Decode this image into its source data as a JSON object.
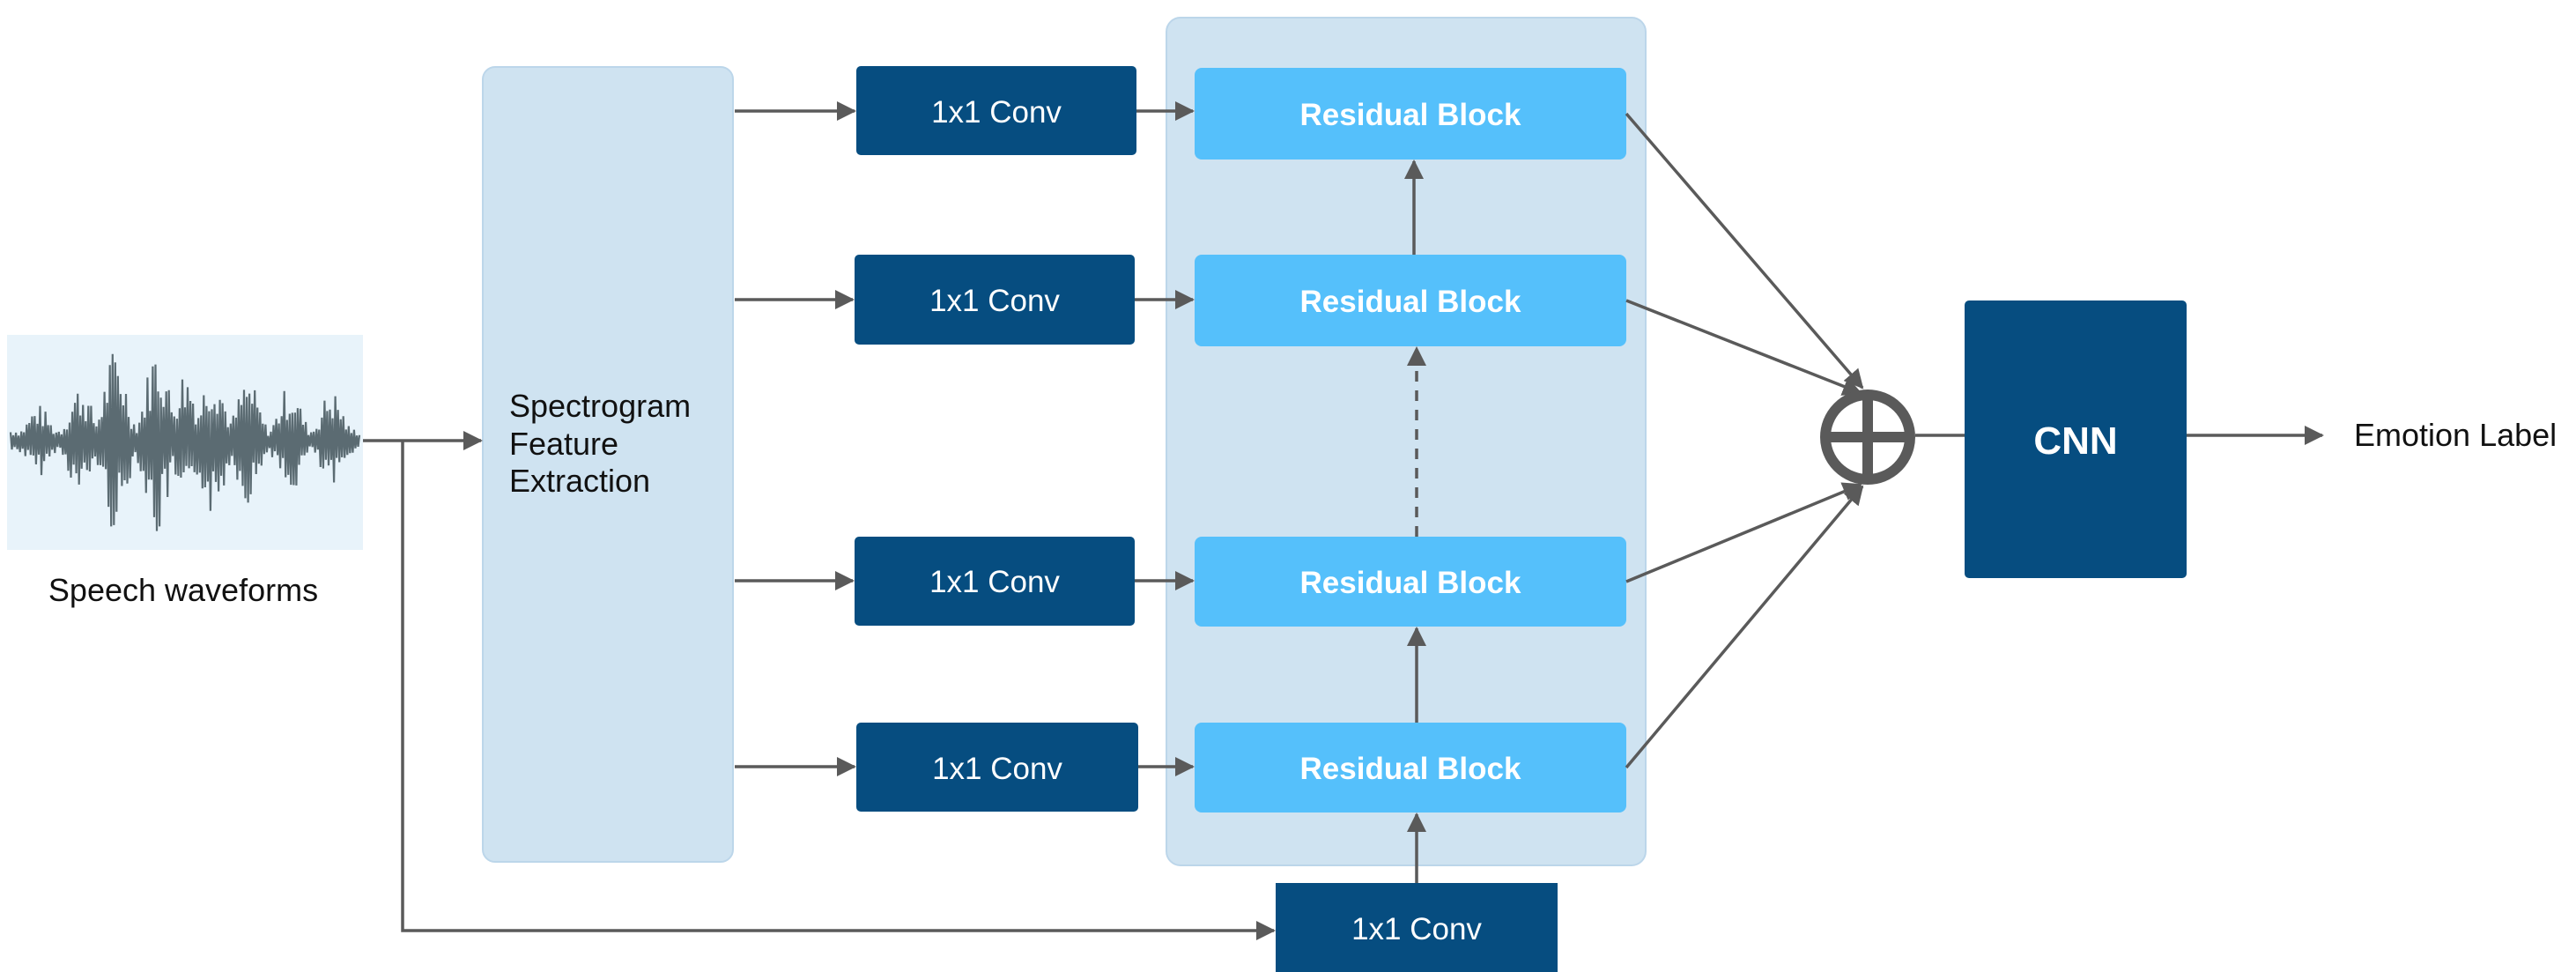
{
  "input": {
    "label": "Speech waveforms"
  },
  "feature_extraction": {
    "label_lines": [
      "Spectrogram",
      "Feature",
      "Extraction"
    ]
  },
  "conv_blocks": [
    {
      "label": "1x1 Conv"
    },
    {
      "label": "1x1 Conv"
    },
    {
      "label": "1x1 Conv"
    },
    {
      "label": "1x1 Conv"
    },
    {
      "label": "1x1 Conv"
    }
  ],
  "residual_blocks": [
    {
      "label": "Residual Block"
    },
    {
      "label": "Residual Block"
    },
    {
      "label": "Residual Block"
    },
    {
      "label": "Residual Block"
    }
  ],
  "sum_node": {
    "symbol": "⊕"
  },
  "classifier": {
    "label": "CNN"
  },
  "output": {
    "label": "Emotion Label"
  },
  "colors": {
    "light_panel": "#cfe3f1",
    "dark_box": "#064d80",
    "residual_box": "#55c0fb",
    "arrow": "#5a5a5a",
    "waveform": "#5b6b72",
    "waveform_bg": "#e8f3fa"
  }
}
